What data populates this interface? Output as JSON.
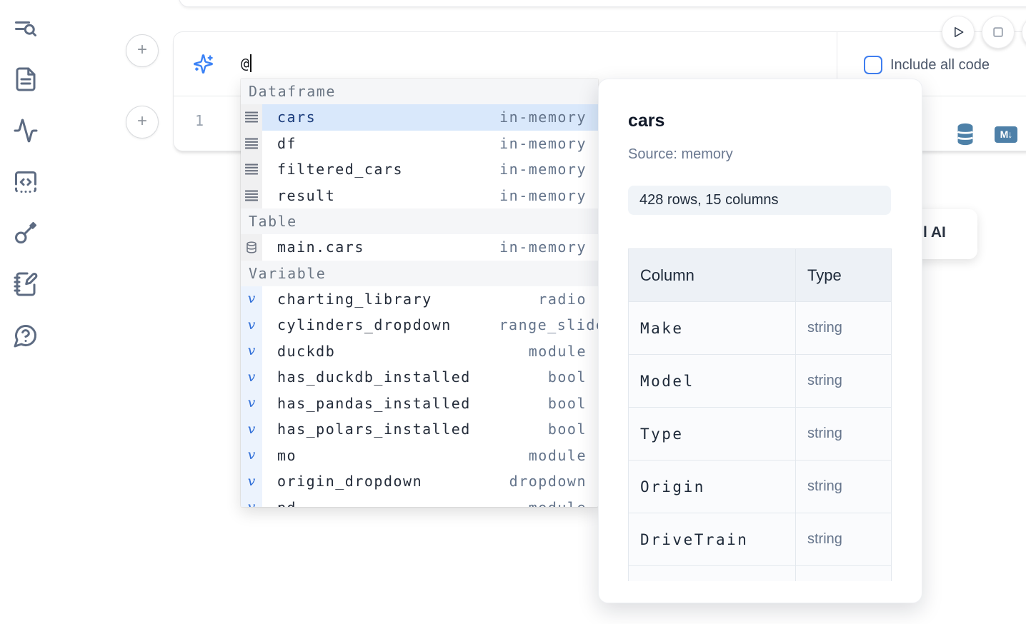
{
  "sidebar": {
    "icons": [
      {
        "name": "list-search-icon"
      },
      {
        "name": "file-text-icon"
      },
      {
        "name": "activity-pulse-icon"
      },
      {
        "name": "code-brackets-icon"
      },
      {
        "name": "key-icon"
      },
      {
        "name": "notebook-pen-icon"
      },
      {
        "name": "message-question-icon"
      }
    ]
  },
  "cell_controls": {
    "add_cell_top_label": "+",
    "add_cell_bottom_label": "+",
    "run_icon": "play-icon",
    "stop_icon": "stop-icon"
  },
  "ai_prompt": {
    "value": "@",
    "icon": "sparkles-icon",
    "include_all_code_label": "Include all code",
    "checkbox_checked": false
  },
  "editor": {
    "line_number": "1",
    "toolbar": {
      "database_icon": "database-icon",
      "markdown_badge": "M↓"
    }
  },
  "autocomplete": {
    "sections": [
      {
        "label": "Dataframe",
        "items": [
          {
            "label": "cars",
            "type": "in-memory",
            "icon": "dataframe",
            "selected": true
          },
          {
            "label": "df",
            "type": "in-memory",
            "icon": "dataframe"
          },
          {
            "label": "filtered_cars",
            "type": "in-memory",
            "icon": "dataframe"
          },
          {
            "label": "result",
            "type": "in-memory",
            "icon": "dataframe"
          }
        ]
      },
      {
        "label": "Table",
        "items": [
          {
            "label": "main.cars",
            "type": "in-memory",
            "icon": "table"
          }
        ]
      },
      {
        "label": "Variable",
        "items": [
          {
            "label": "charting_library",
            "type": "radio",
            "icon": "variable"
          },
          {
            "label": "cylinders_dropdown",
            "type": "range_slider",
            "icon": "variable",
            "overflow": true
          },
          {
            "label": "duckdb",
            "type": "module",
            "icon": "variable"
          },
          {
            "label": "has_duckdb_installed",
            "type": "bool",
            "icon": "variable"
          },
          {
            "label": "has_pandas_installed",
            "type": "bool",
            "icon": "variable"
          },
          {
            "label": "has_polars_installed",
            "type": "bool",
            "icon": "variable"
          },
          {
            "label": "mo",
            "type": "module",
            "icon": "variable"
          },
          {
            "label": "origin_dropdown",
            "type": "dropdown",
            "icon": "variable"
          },
          {
            "label": "pd",
            "type": "module",
            "icon": "variable",
            "partial": true
          }
        ]
      }
    ]
  },
  "preview_panel": {
    "title": "cars",
    "source_label": "Source: memory",
    "shape_summary": "428 rows, 15 columns",
    "schema": {
      "headers": [
        "Column",
        "Type"
      ],
      "rows": [
        [
          "Make",
          "string"
        ],
        [
          "Model",
          "string"
        ],
        [
          "Type",
          "string"
        ],
        [
          "Origin",
          "string"
        ],
        [
          "DriveTrain",
          "string"
        ]
      ]
    }
  },
  "ai_button": {
    "visible_label": "l AI"
  },
  "colors": {
    "accent": "#3b82f6",
    "selection": "#d9e8fb",
    "steel_blue": "#4e80a8",
    "muted": "#64748b"
  }
}
